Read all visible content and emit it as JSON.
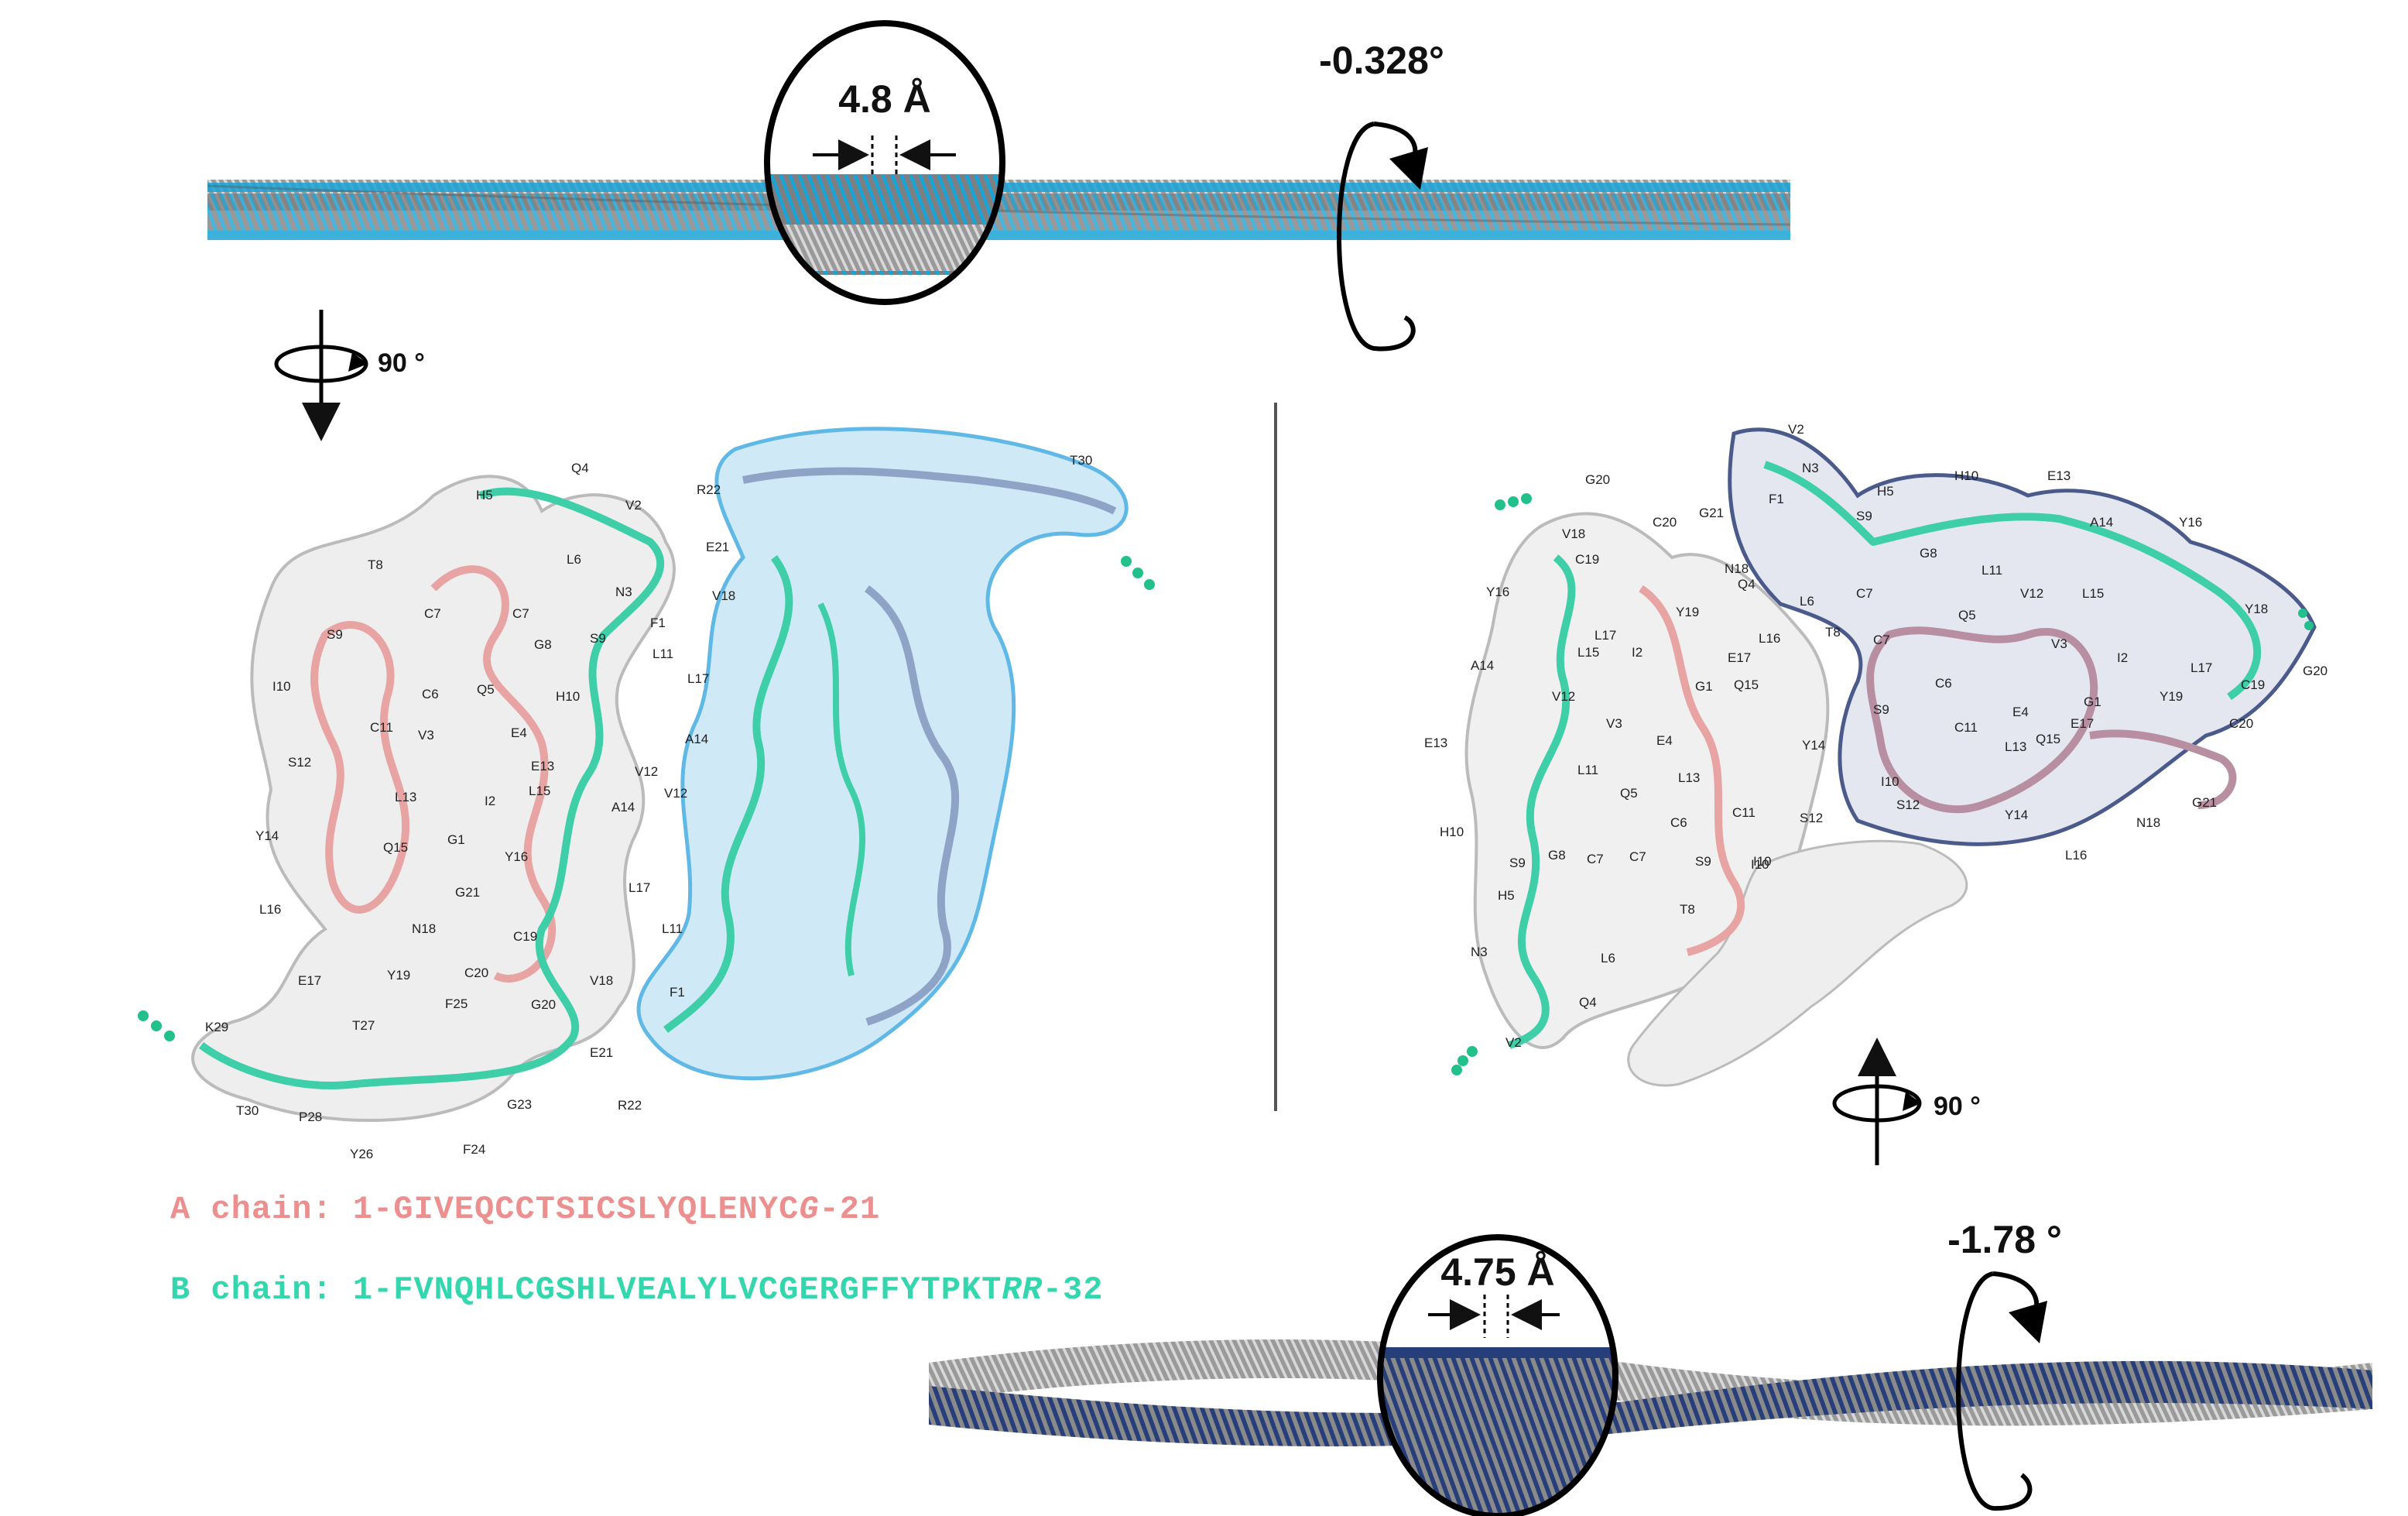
{
  "top_fibril": {
    "spacing_label": "4.8 Å",
    "twist_label": "-0.328°",
    "colors": {
      "strand_primary": "#1aa3d6",
      "strand_secondary": "#7f7f7f"
    }
  },
  "bottom_fibril": {
    "spacing_label": "4.75 Å",
    "twist_label": "-1.78 °",
    "colors": {
      "strand_primary": "#263f7a",
      "strand_secondary": "#8a8a8a"
    }
  },
  "rotation_left": "90 °",
  "rotation_right": "90 °",
  "sequences": {
    "a_chain": {
      "prefix": "A chain: 1-GIVEQCCTSICSLYQLENYC",
      "italic": "G",
      "suffix": "-21",
      "color": "#ec8f8f"
    },
    "b_chain": {
      "prefix": "B chain: 1-FVNQHLCGSHLVEALYLVCGERGFFYTPKT",
      "italic": "RR",
      "suffix": "-32",
      "color": "#33d6ad"
    }
  },
  "colors": {
    "a_chain_stick": "#e8a3a3",
    "b_chain_stick": "#3ecfa8",
    "density_left_blue": "#7ec8ea",
    "density_right_navy": "#4a5a8a",
    "dots": "#22c08a"
  },
  "left_labels": [
    "Q4",
    "H5",
    "V2",
    "N3",
    "F1",
    "T8",
    "C7",
    "L6",
    "C7",
    "G8",
    "S9",
    "S9",
    "I10",
    "C6",
    "Q5",
    "H10",
    "L11",
    "C11",
    "V3",
    "E4",
    "E13",
    "V12",
    "S12",
    "L13",
    "I2",
    "L15",
    "A14",
    "Y14",
    "Q15",
    "G1",
    "Y16",
    "L17",
    "G21",
    "L16",
    "N18",
    "C19",
    "L11",
    "E17",
    "Y19",
    "C20",
    "V18",
    "F25",
    "G20",
    "K29",
    "T27",
    "E21",
    "T30",
    "P28",
    "Y26",
    "F24",
    "G23",
    "R22",
    "R22",
    "E21",
    "T30",
    "V18",
    "L17",
    "A14",
    "V12",
    "F1"
  ],
  "right_labels": [
    "V2",
    "N3",
    "F1",
    "H5",
    "G20",
    "C20",
    "G21",
    "V18",
    "C19",
    "N18",
    "Q4",
    "L6",
    "C7",
    "Y16",
    "L17",
    "Y19",
    "E17",
    "L16",
    "T8",
    "C7",
    "I2",
    "Q15",
    "A14",
    "V12",
    "G1",
    "L15",
    "E13",
    "V3",
    "E4",
    "Y14",
    "I10",
    "L11",
    "L13",
    "C11",
    "S12",
    "Q5",
    "H10",
    "S9",
    "G8",
    "C7",
    "C6",
    "C7",
    "S9",
    "I10",
    "H5",
    "T8",
    "N3",
    "L6",
    "Q4",
    "V2",
    "S9",
    "G8",
    "H10",
    "E13",
    "L11",
    "A14",
    "Y16",
    "V12",
    "L15",
    "Q5",
    "C6",
    "V3",
    "Y18",
    "L17",
    "G20",
    "C19",
    "I2",
    "Y19",
    "E4",
    "G1",
    "E17",
    "L13",
    "Q15",
    "C20",
    "C11",
    "S9",
    "I10",
    "S12",
    "Y14",
    "N18",
    "L16",
    "G21"
  ]
}
